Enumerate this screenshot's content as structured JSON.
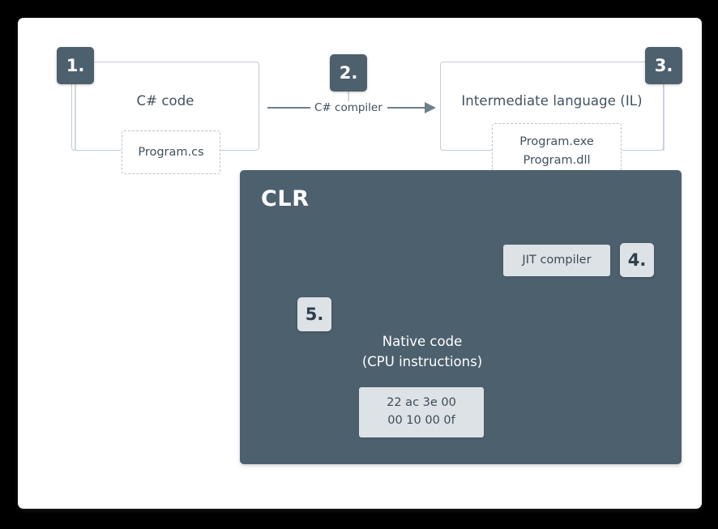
{
  "diagram": {
    "title_visible": false,
    "colors": {
      "frame": "#000000",
      "card": "#ffffff",
      "panel_dark": "#4d606e",
      "chip_light": "#dde2e6",
      "outline": "#c2ccd4",
      "dashed": "#b9c4cc",
      "text_dark": "#3f505e",
      "text_white": "#ffffff"
    },
    "badges": [
      {
        "id": "badge-1",
        "label": "1.",
        "style": "dark"
      },
      {
        "id": "badge-2",
        "label": "2.",
        "style": "dark"
      },
      {
        "id": "badge-3",
        "label": "3.",
        "style": "dark"
      },
      {
        "id": "badge-4",
        "label": "4.",
        "style": "light"
      },
      {
        "id": "badge-5",
        "label": "5.",
        "style": "light"
      }
    ],
    "nodes": {
      "csharp_code": {
        "title": "C# code",
        "file": "Program.cs"
      },
      "compiler_edge": {
        "label": "C# compiler"
      },
      "intermediate_language": {
        "title": "Intermediate language (IL)",
        "file_line1": "Program.exe",
        "file_line2": "Program.dll"
      },
      "clr": {
        "label": "CLR"
      },
      "jit": {
        "label": "JIT compiler"
      },
      "native_code": {
        "line1": "Native code",
        "line2": "(CPU instructions)",
        "hex_line1": "22 ac 3e 00",
        "hex_line2": "00 10 00 0f"
      }
    }
  }
}
